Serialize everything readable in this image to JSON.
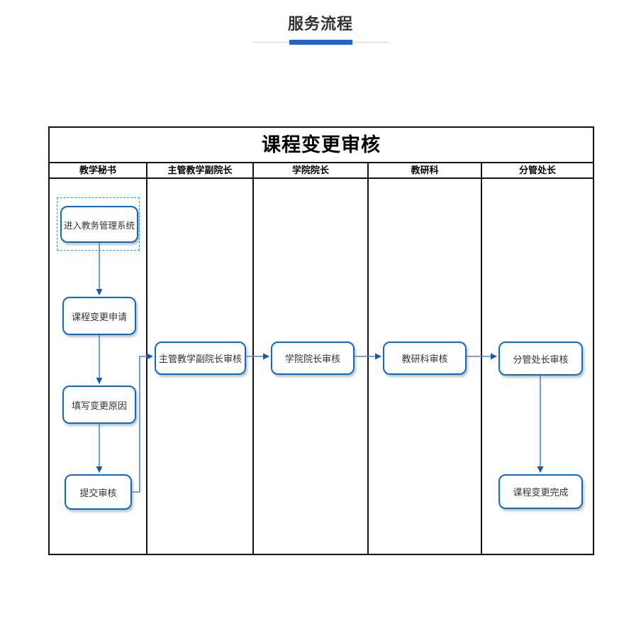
{
  "page": {
    "title": "服务流程"
  },
  "flowchart": {
    "title": "课程变更审核",
    "lanes": [
      {
        "label": "教学秘书"
      },
      {
        "label": "主管教学副院长"
      },
      {
        "label": "学院院长"
      },
      {
        "label": "教研科"
      },
      {
        "label": "分管处长"
      }
    ],
    "nodes": [
      {
        "id": "enter-system",
        "label": "进入教务管理系统",
        "lane": "教学秘书",
        "selected": true
      },
      {
        "id": "change-apply",
        "label": "课程变更申请",
        "lane": "教学秘书"
      },
      {
        "id": "fill-reason",
        "label": "填写变更原因",
        "lane": "教学秘书"
      },
      {
        "id": "submit-review",
        "label": "提交审核",
        "lane": "教学秘书"
      },
      {
        "id": "vice-dean-review",
        "label": "主管教学副院长审核",
        "lane": "主管教学副院长"
      },
      {
        "id": "dean-review",
        "label": "学院院长审核",
        "lane": "学院院长"
      },
      {
        "id": "research-review",
        "label": "教研科审核",
        "lane": "教研科"
      },
      {
        "id": "director-review",
        "label": "分管处长审核",
        "lane": "分管处长"
      },
      {
        "id": "change-done",
        "label": "课程变更完成",
        "lane": "分管处长"
      }
    ],
    "edges": [
      {
        "from": "enter-system",
        "to": "change-apply"
      },
      {
        "from": "change-apply",
        "to": "fill-reason"
      },
      {
        "from": "fill-reason",
        "to": "submit-review"
      },
      {
        "from": "submit-review",
        "to": "vice-dean-review"
      },
      {
        "from": "vice-dean-review",
        "to": "dean-review"
      },
      {
        "from": "dean-review",
        "to": "research-review"
      },
      {
        "from": "research-review",
        "to": "director-review"
      },
      {
        "from": "director-review",
        "to": "change-done"
      }
    ]
  },
  "colors": {
    "accent_bar": "#2563c7",
    "underline_line": "#c9d6ea",
    "node_border": "#0c6bc8",
    "connector": "#4e87d1",
    "arrowhead": "#1a56c0",
    "frame_border": "#141414",
    "text": "#333333"
  }
}
